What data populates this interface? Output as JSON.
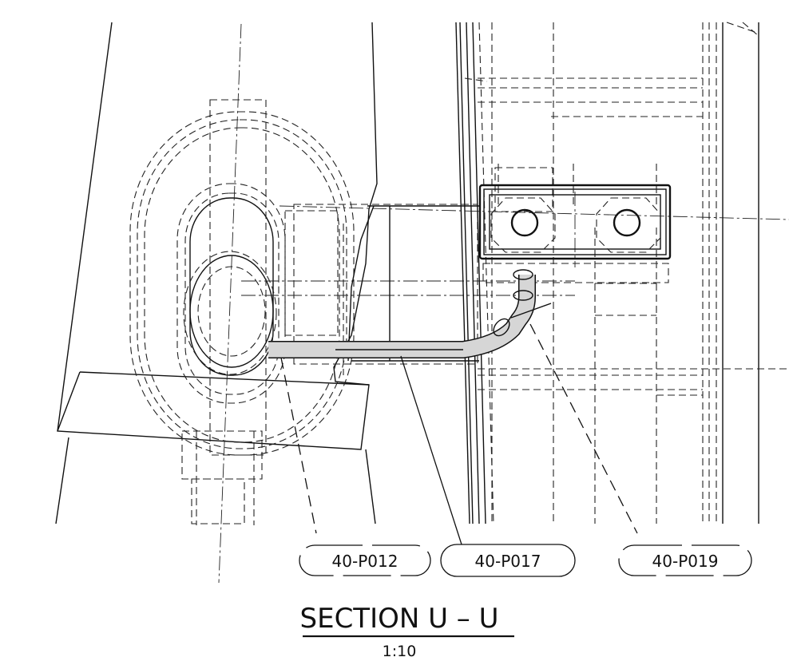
{
  "section": {
    "title": "SECTION U – U",
    "scale": "1:10"
  },
  "callouts": [
    {
      "id": "40-P012",
      "style": "dashed"
    },
    {
      "id": "40-P017",
      "style": "solid"
    },
    {
      "id": "40-P019",
      "style": "dashed"
    }
  ],
  "colors": {
    "line": "#111111",
    "pipe_fill": "#d6d6d6",
    "background": "#ffffff"
  }
}
